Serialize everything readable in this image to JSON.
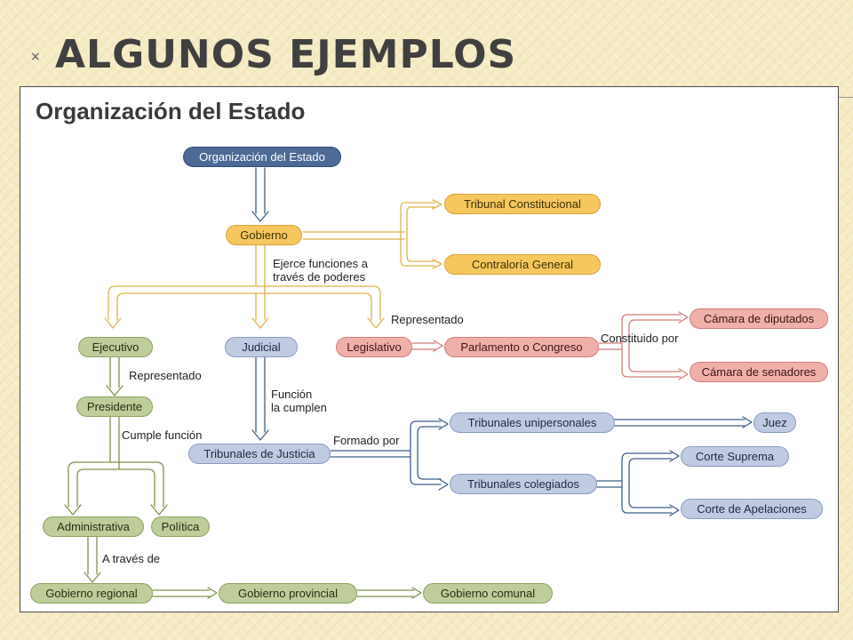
{
  "slide": {
    "title": "Algunos ejemplos",
    "title_marker": "×"
  },
  "diagram": {
    "title": "Organización del Estado",
    "nodes": {
      "organizacion": "Organización del Estado",
      "gobierno": "Gobierno",
      "tribunal_constitucional": "Tribunal Constitucional",
      "contraloria": "Contraloría General",
      "ejecutivo": "Ejecutivo",
      "judicial": "Judicial",
      "legislativo": "Legislativo",
      "parlamento": "Parlamento o Congreso",
      "camara_diputados": "Cámara de diputados",
      "camara_senadores": "Cámara de senadores",
      "presidente": "Presidente",
      "tribunales_justicia": "Tribunales de Justicia",
      "tribunales_unipersonales": "Tribunales unipersonales",
      "juez": "Juez",
      "tribunales_colegiados": "Tribunales colegiados",
      "corte_suprema": "Corte Suprema",
      "corte_apelaciones": "Corte de Apelaciones",
      "administrativa": "Administrativa",
      "politica": "Política",
      "gobierno_regional": "Gobierno regional",
      "gobierno_provincial": "Gobierno provincial",
      "gobierno_comunal": "Gobierno comunal"
    },
    "labels": {
      "ejerce": "Ejerce funciones a\ntravés de poderes",
      "representado_legislativo": "Representado",
      "constituido_por": "Constituido por",
      "representado_ejecutivo": "Representado",
      "funcion_cumplen": "Función\nla cumplen",
      "formado_por": "Formado por",
      "cumple_funcion": "Cumple función",
      "a_traves_de": "A través de"
    },
    "colors": {
      "navy": "#4c6a95",
      "yellow": "#f6c75e",
      "blue": "#c0cbe2",
      "pink": "#f0b0aa",
      "green": "#bfcd9a"
    }
  }
}
